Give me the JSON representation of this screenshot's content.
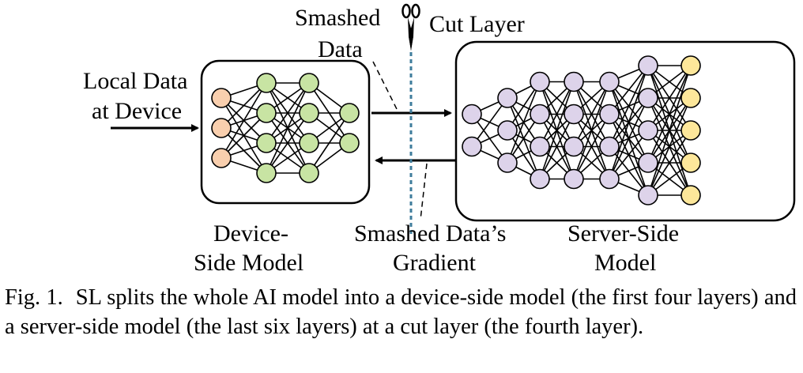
{
  "labels": {
    "smashed_data_top_1": "Smashed",
    "smashed_data_top_2": "Data",
    "cut_layer": "Cut Layer",
    "local_data_1": "Local Data",
    "local_data_2": "at Device",
    "device_model_1": "Device-",
    "device_model_2": "Side Model",
    "gradient_1": "Smashed Data’s",
    "gradient_2": "Gradient",
    "server_model_1": "Server-Side",
    "server_model_2": "Model"
  },
  "caption": {
    "label": "Fig. 1.",
    "text": "SL splits the whole AI model into a device-side model (the first four layers) and a server-side model (the last six layers) at a cut layer (the fourth layer)."
  },
  "device_layers": [
    {
      "nodes": 3,
      "color": "#f9cfae"
    },
    {
      "nodes": 4,
      "color": "#c8e4a3"
    },
    {
      "nodes": 4,
      "color": "#c8e4a3"
    },
    {
      "nodes": 2,
      "color": "#c8e4a3"
    }
  ],
  "server_layers": [
    {
      "nodes": 2,
      "color": "#ddd3ea"
    },
    {
      "nodes": 3,
      "color": "#ddd3ea"
    },
    {
      "nodes": 4,
      "color": "#ddd3ea"
    },
    {
      "nodes": 4,
      "color": "#ddd3ea"
    },
    {
      "nodes": 4,
      "color": "#ddd3ea"
    },
    {
      "nodes": 5,
      "color": "#ddd3ea"
    },
    {
      "nodes": 5,
      "color": "#fde79a"
    }
  ],
  "colors": {
    "cut_line": "#3f7d9c",
    "edge": "#000000"
  }
}
